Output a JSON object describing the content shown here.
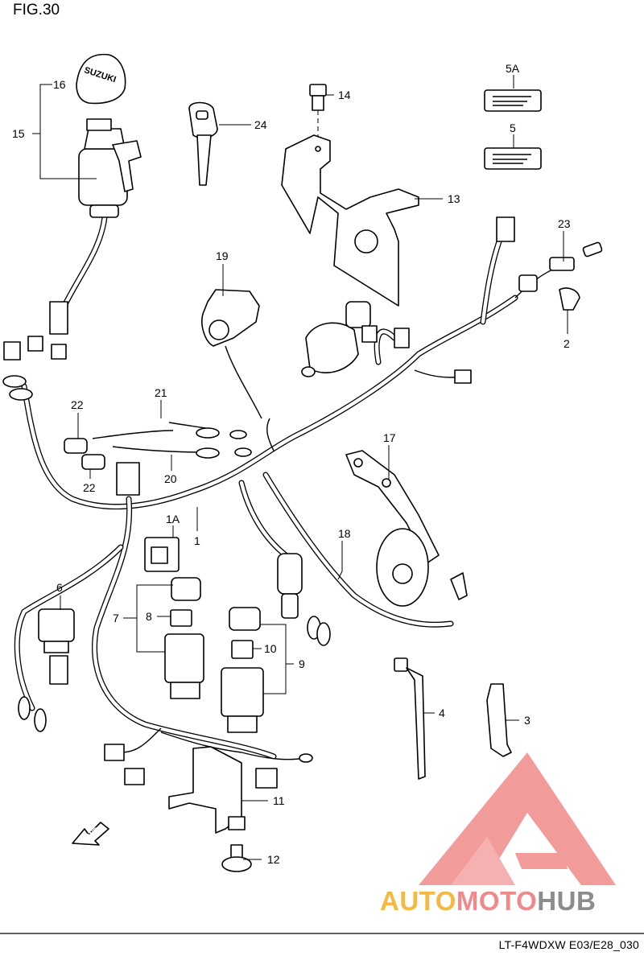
{
  "figure_title": "FIG.30",
  "footer_code": "LT-F4WDXW E03/E28_030",
  "watermark": {
    "part1": "AUTO",
    "part2": "MOTO",
    "part3": "HUB"
  },
  "keycap_text": "SUZUKI",
  "fwd_text": "FWD",
  "labels": {
    "p16": "16",
    "p15": "15",
    "p24": "24",
    "p14": "14",
    "p13": "13",
    "p5A": "5A",
    "p5": "5",
    "p23": "23",
    "p2": "2",
    "p19": "19",
    "p21": "21",
    "p22a": "22",
    "p22b": "22",
    "p20": "20",
    "p17": "17",
    "p1A": "1A",
    "p1": "1",
    "p18": "18",
    "p6": "6",
    "p7": "7",
    "p8": "8",
    "p10": "10",
    "p9": "9",
    "p4": "4",
    "p3": "3",
    "p11": "11",
    "p12": "12"
  },
  "colors": {
    "line": "#000000",
    "watermark_red": "#f08a8a",
    "watermark_yellow": "#f5b942",
    "watermark_gray": "#8c8c8c"
  }
}
